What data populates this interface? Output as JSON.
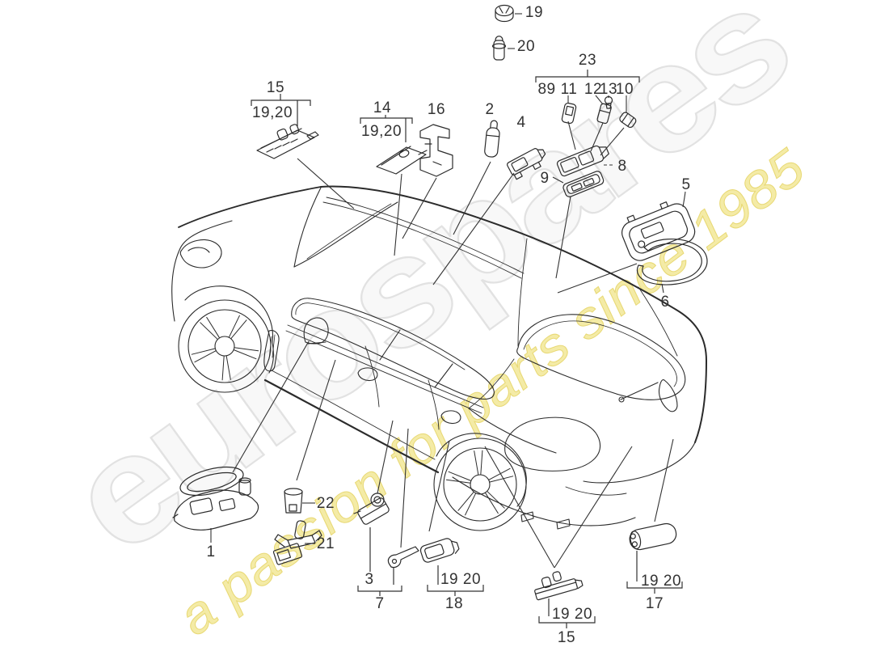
{
  "page": {
    "background": "#ffffff",
    "line_color": "#2b2b2b",
    "label_color": "#333333"
  },
  "watermark": {
    "brand": "eurospares",
    "tagline": "a passion for parts since 1985",
    "brand_fill": "#f8f8f8",
    "brand_outline": "#e1e1e1",
    "tagline_fill": "#f3e897",
    "tagline_outline": "#e5d35f"
  },
  "callouts": {
    "part19_top": "19",
    "part20_top": "20",
    "group23": "23",
    "group23_row": {
      "c8": "8",
      "c9": "9",
      "c11": "11",
      "c12": "12",
      "c13": "13",
      "c10": "10"
    },
    "part15_top": "15",
    "part15_top_sub": "19,20",
    "part14": "14",
    "part14_sub": "19,20",
    "part16": "16",
    "part2": "2",
    "part4": "4",
    "part8": "8",
    "part9": "9",
    "part5": "5",
    "part6": "6",
    "part1": "1",
    "part22": "22",
    "part21": "21",
    "part3": "3",
    "part7": "7",
    "part18": "18",
    "part18_sub": "19 20",
    "part15_bottom": "15",
    "part15_bottom_sub": "19 20",
    "part17": "17",
    "part17_sub": "19 20"
  }
}
